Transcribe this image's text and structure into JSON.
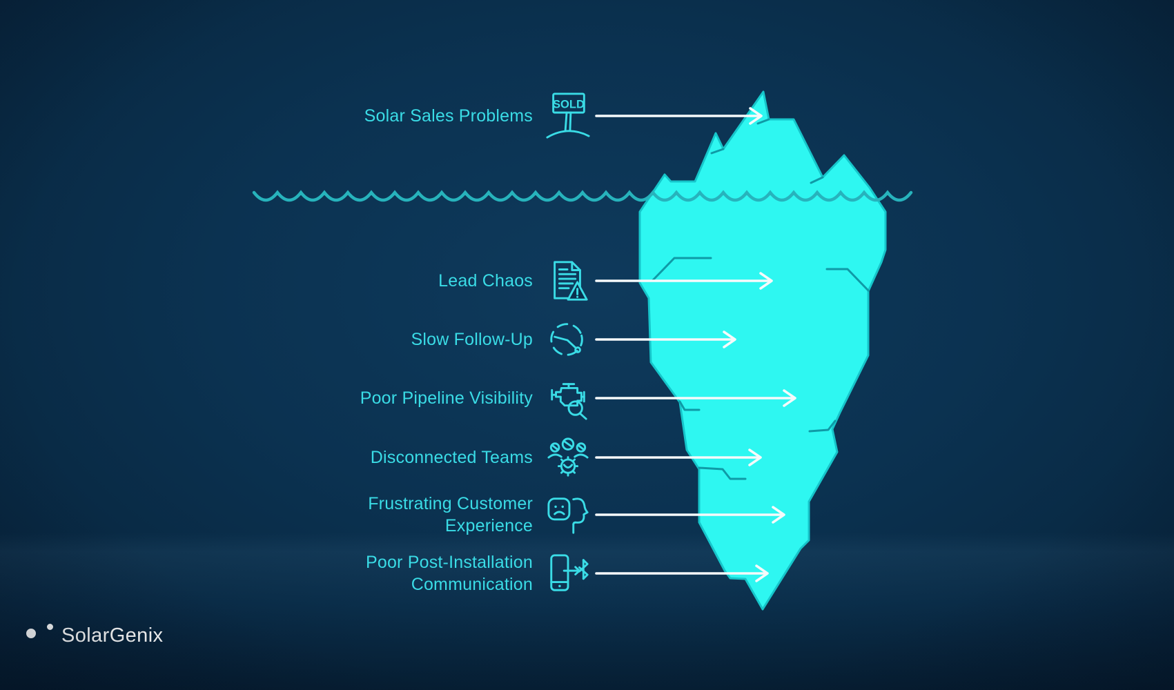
{
  "labels": [
    {
      "text": "Solar Sales Problems",
      "icon": "sold-sign-icon",
      "position": "above-water"
    },
    {
      "text": "Lead Chaos",
      "icon": "document-warning-icon",
      "position": "below-water"
    },
    {
      "text": "Slow Follow-Up",
      "icon": "clock-icon",
      "position": "below-water"
    },
    {
      "text": "Poor Pipeline Visibility",
      "icon": "engine-search-icon",
      "position": "below-water"
    },
    {
      "text": "Disconnected Teams",
      "icon": "team-gear-icon",
      "position": "below-water"
    },
    {
      "text": "Frustrating Customer Experience",
      "icon": "sad-face-head-icon",
      "position": "below-water"
    },
    {
      "text": "Poor Post-Installation Communication",
      "icon": "phone-bluetooth-icon",
      "position": "below-water"
    }
  ],
  "sold_sign_text": "SOLD",
  "logo": {
    "text": "SolarGenix"
  },
  "colors": {
    "background": "#0a2f4e",
    "iceberg_fill": "#2ef7f1",
    "iceberg_stroke": "#16c5ca",
    "crack": "#0f9aa6",
    "wave": "#27b3bc",
    "label_text": "#3adce6",
    "arrow": "#f6fafb",
    "logo": "#ffffff"
  }
}
